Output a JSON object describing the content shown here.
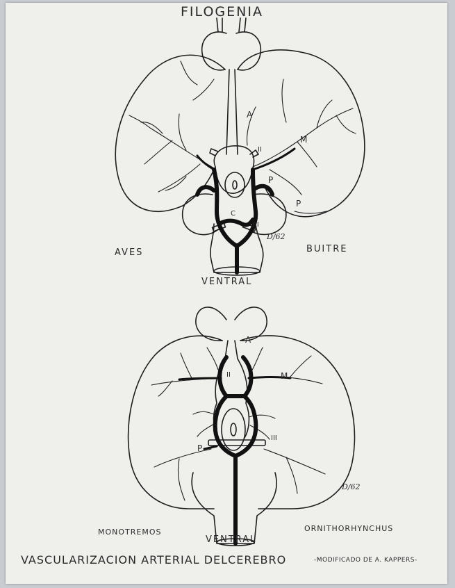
{
  "title": "FILOGENIA",
  "caption": "VASCULARIZACION ARTERIAL DELCEREBRO",
  "credit": "-MODIFICADO DE A. KAPPERS-",
  "top_diagram": {
    "view_label": "VENTRAL",
    "group_label": "AVES",
    "species_label": "BUITRE",
    "labels": {
      "a": "A",
      "m": "M",
      "p1": "P",
      "p2": "P",
      "ii": "II",
      "iii": "III",
      "c": "C"
    },
    "signature": "D/62"
  },
  "bottom_diagram": {
    "view_label": "VENTRAL",
    "group_label": "MONOTREMOS",
    "species_label": "ORNITHORHYNCHUS",
    "labels": {
      "a": "A",
      "m": "M",
      "p": "P",
      "ii": "II",
      "iii": "III"
    },
    "signature": "D/62"
  }
}
